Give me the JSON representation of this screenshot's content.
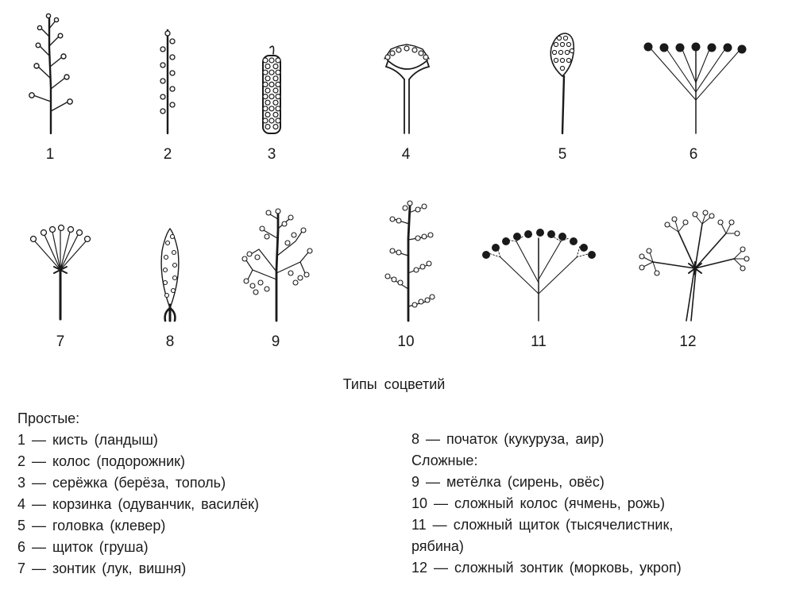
{
  "figure": {
    "numbers": [
      "1",
      "2",
      "3",
      "4",
      "5",
      "6",
      "7",
      "8",
      "9",
      "10",
      "11",
      "12"
    ],
    "caption": "Типы соцветий"
  },
  "legend": {
    "simple_header": "Простые:",
    "simple": [
      "1 — кисть (ландыш)",
      "2 — колос (подорожник)",
      "3 — серёжка (берёза, тополь)",
      "4 — корзинка (одуванчик, василёк)",
      "5 — головка (клевер)",
      "6 — щиток (груша)",
      "7 — зонтик (лук, вишня)"
    ],
    "simple_cont": "8 — початок (кукуруза, аир)",
    "complex_header": "Сложные:",
    "complex": [
      "9 — метёлка (сирень, овёс)",
      "10 — сложный колос (ячмень, рожь)",
      "11 — сложный щиток (тысячелистник,",
      "рябина)",
      "12 — сложный зонтик (морковь, укроп)"
    ]
  },
  "colors": {
    "ink": "#1a1a1a",
    "background": "#ffffff"
  }
}
